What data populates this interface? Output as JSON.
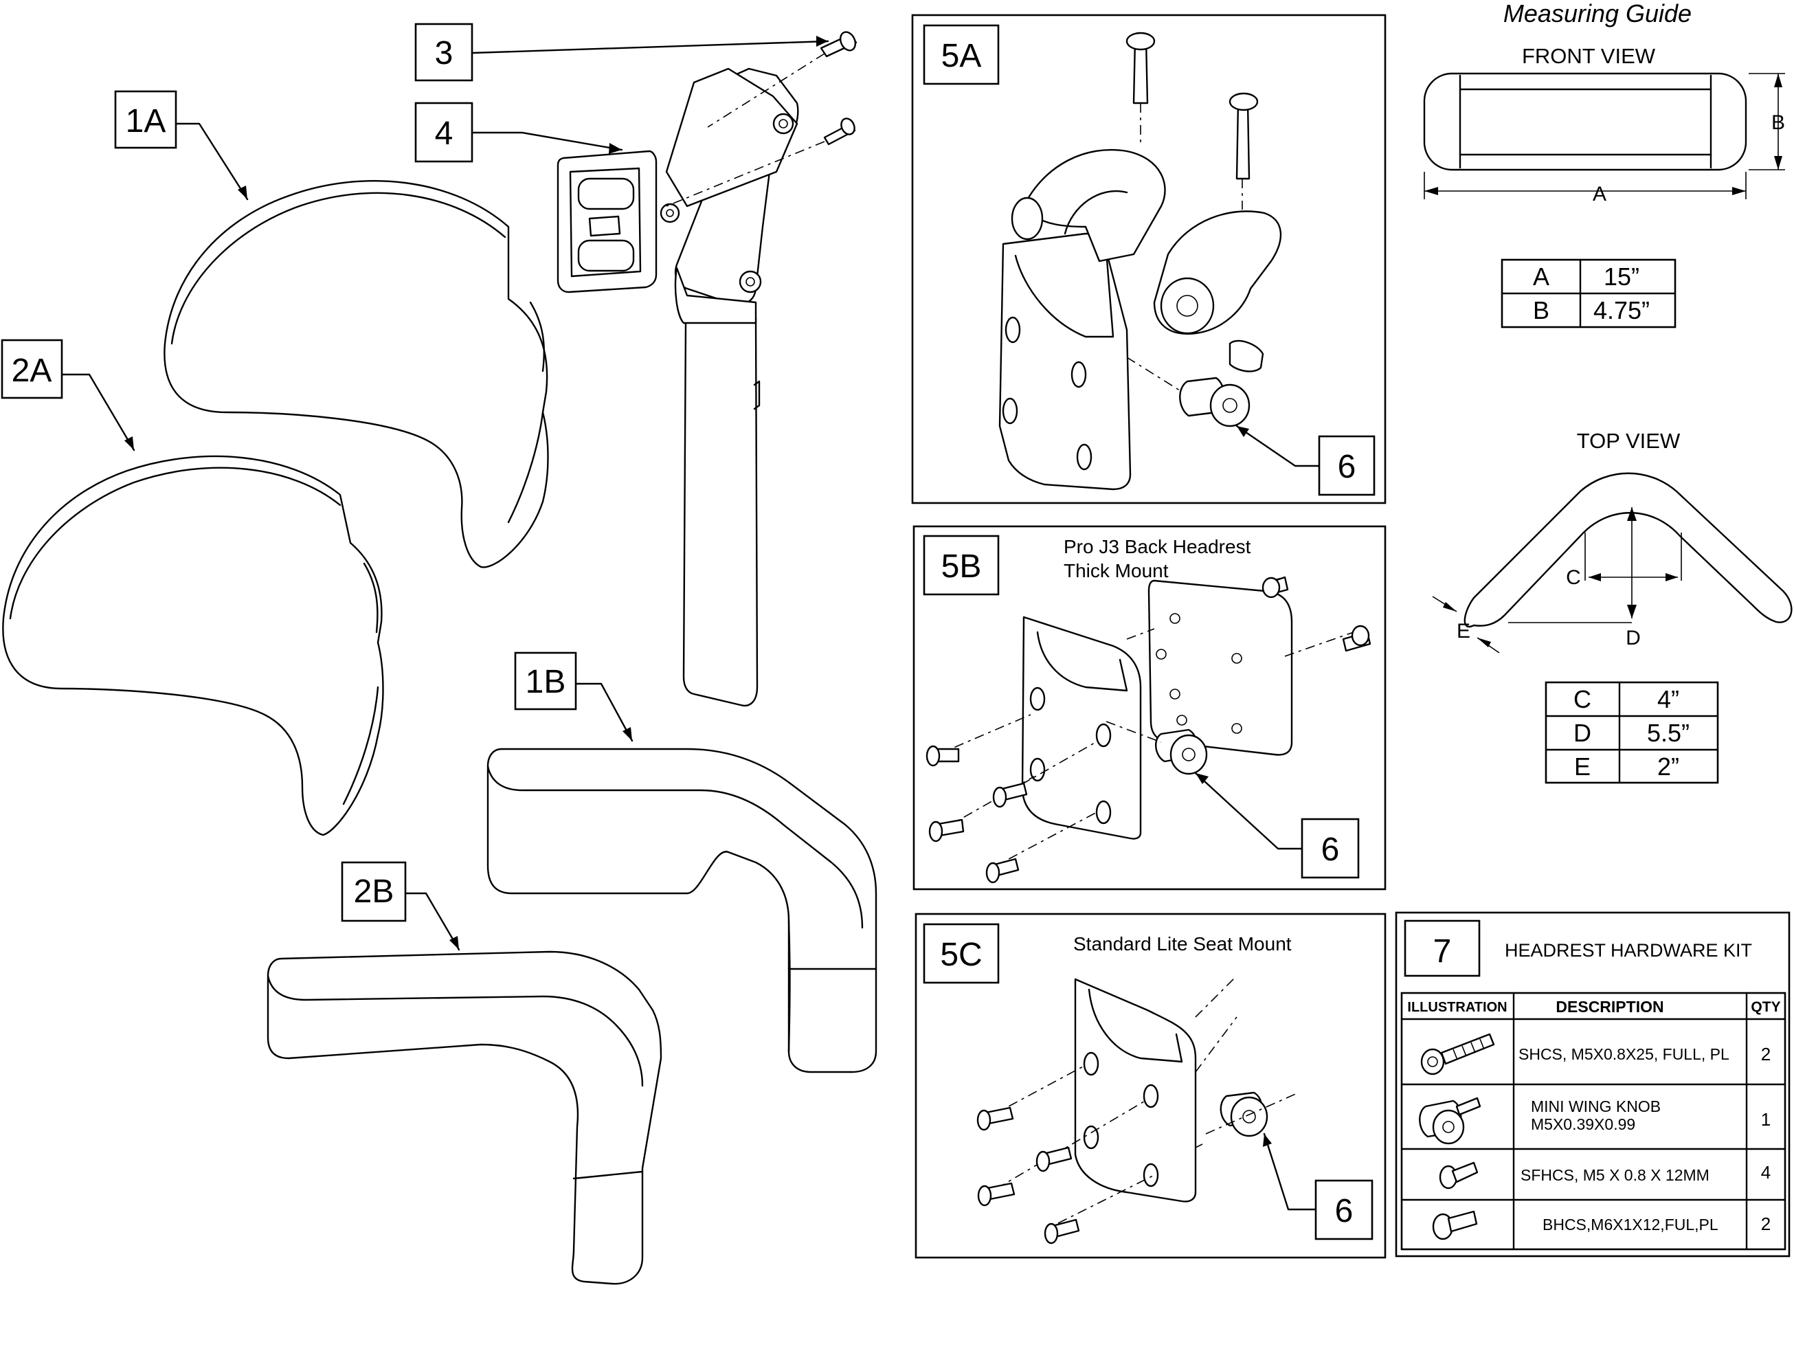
{
  "callouts": {
    "c1A": "1A",
    "c2A": "2A",
    "c1B": "1B",
    "c2B": "2B",
    "c3": "3",
    "c4": "4",
    "c5A": "5A",
    "c5B": "5B",
    "c5C": "5C",
    "c6a": "6",
    "c6b": "6",
    "c6c": "6",
    "c7": "7"
  },
  "panels": {
    "p5B_title_1": "Pro J3 Back Headrest",
    "p5B_title_2": "Thick Mount",
    "p5C_title": "Standard Lite Seat Mount"
  },
  "measuring_guide": {
    "title": "Measuring Guide",
    "front_view": "FRONT VIEW",
    "top_view": "TOP VIEW",
    "dim_A": "A",
    "dim_B": "B",
    "dim_C": "C",
    "dim_D": "D",
    "dim_E": "E",
    "table1": [
      {
        "key": "A",
        "value": "15”"
      },
      {
        "key": "B",
        "value": "4.75”"
      }
    ],
    "table2": [
      {
        "key": "C",
        "value": "4”"
      },
      {
        "key": "D",
        "value": "5.5”"
      },
      {
        "key": "E",
        "value": "2”"
      }
    ]
  },
  "kit": {
    "title": "HEADREST HARDWARE KIT",
    "headers": {
      "illustration": "ILLUSTRATION",
      "description": "DESCRIPTION",
      "qty": "QTY"
    },
    "rows": [
      {
        "icon": "socket-head-cap-screw-icon",
        "desc1": "SHCS, M5X0.8X25, FULL, PL",
        "desc2": "",
        "qty": "2"
      },
      {
        "icon": "mini-wing-knob-icon",
        "desc1": "MINI WING KNOB",
        "desc2": "M5X0.39X0.99",
        "qty": "1"
      },
      {
        "icon": "flat-head-screw-icon",
        "desc1": "SFHCS, M5 X 0.8 X 12MM",
        "desc2": "",
        "qty": "4"
      },
      {
        "icon": "button-head-screw-icon",
        "desc1": "BHCS,M6X1X12,FUL,PL",
        "desc2": "",
        "qty": "2"
      }
    ]
  }
}
